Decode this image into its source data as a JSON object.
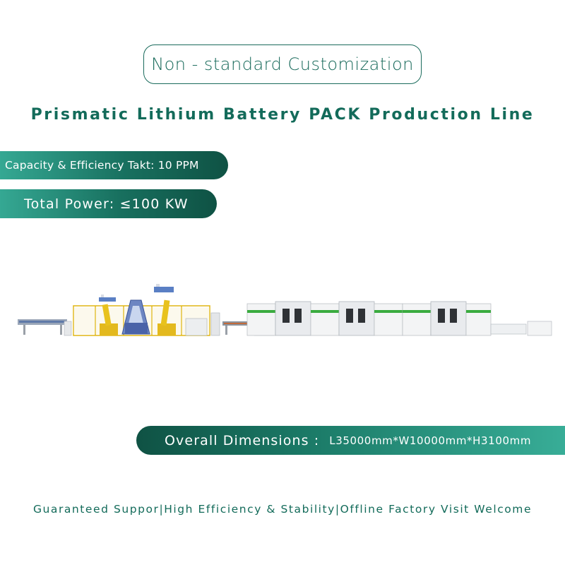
{
  "header": {
    "badge_label": "Non - standard Customization",
    "title": "Prismatic Lithium Battery PACK Production Line"
  },
  "specs": {
    "capacity": "Capacity & Efficiency Takt: 10 PPM",
    "power": "Total Power: ≤100 KW",
    "dimensions_label": "Overall Dimensions :",
    "dimensions_value": "L35000mm*W10000mm*H3100mm"
  },
  "footer": {
    "tagline": "Guaranteed Suppor|High Efficiency & Stability|Offline Factory Visit Welcome"
  },
  "colors": {
    "brand_green": "#136b5a",
    "pill_dark": "#0f5244",
    "pill_light": "#38ad97",
    "robot_yellow": "#e8c21e",
    "machine_accent": "#3aab3f"
  },
  "illustration": {
    "icon": "production-line-illustration"
  }
}
